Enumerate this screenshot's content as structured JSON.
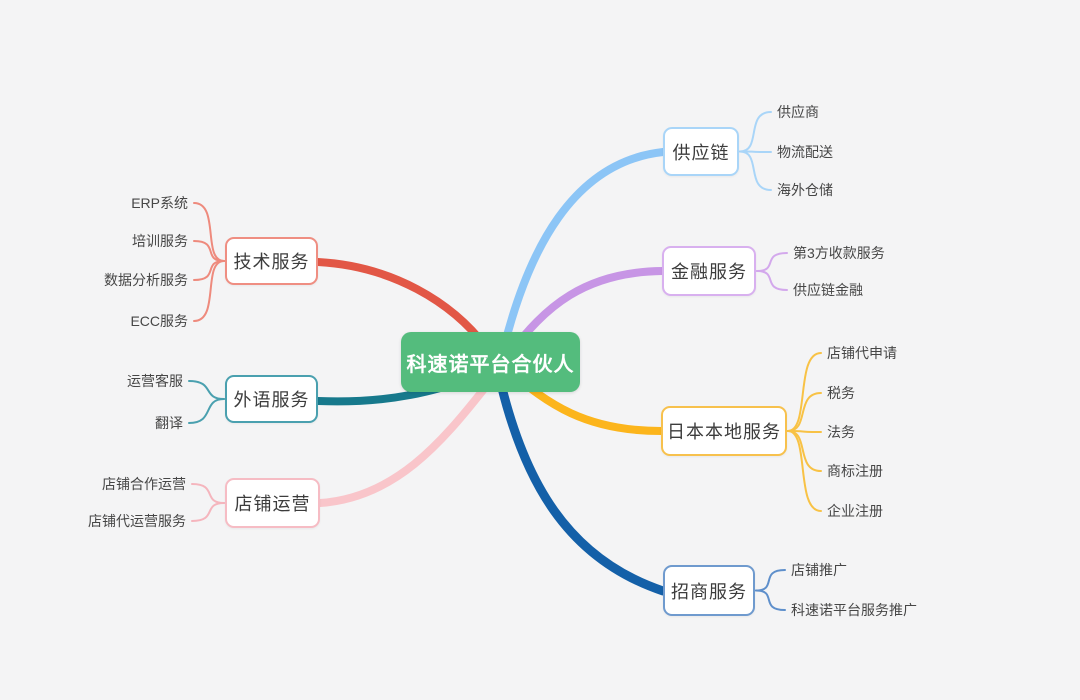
{
  "canvas": {
    "background": "#f4f4f5"
  },
  "root": {
    "label": "科速诺平台合伙人",
    "bg_color": "#54bc7d",
    "text_color": "#ffffff"
  },
  "branches": [
    {
      "id": "supply-chain",
      "label": "供应链",
      "line_color": "#8cc5f6",
      "border_color": "#a9d5f8",
      "child_line_color": "#a9d5f8",
      "children": [
        "供应商",
        "物流配送",
        "海外仓储"
      ]
    },
    {
      "id": "financial-services",
      "label": "金融服务",
      "line_color": "#c795e5",
      "border_color": "#d8b0ef",
      "child_line_color": "#d3a8ec",
      "children": [
        "第3方收款服务",
        "供应链金融"
      ]
    },
    {
      "id": "japan-local-services",
      "label": "日本本地服务",
      "line_color": "#fcb51c",
      "border_color": "#f7c14d",
      "child_line_color": "#f8c245",
      "children": [
        "店铺代申请",
        "税务",
        "法务",
        "商标注册",
        "企业注册"
      ]
    },
    {
      "id": "investment-services",
      "label": "招商服务",
      "line_color": "#1460a8",
      "border_color": "#6f9ace",
      "child_line_color": "#5e8fcb",
      "children": [
        "店铺推广",
        "科速诺平台服务推广"
      ]
    },
    {
      "id": "technical-services",
      "label": "技术服务",
      "line_color": "#e25746",
      "border_color": "#ef8e82",
      "child_line_color": "#ee8a7d",
      "children": [
        "ERP系统",
        "培训服务",
        "数据分析服务",
        "ECC服务"
      ]
    },
    {
      "id": "foreign-language-services",
      "label": "外语服务",
      "line_color": "#17798c",
      "border_color": "#4aa0af",
      "child_line_color": "#4aa0af",
      "children": [
        "运营客服",
        "翻译"
      ]
    },
    {
      "id": "store-operations",
      "label": "店铺运营",
      "line_color": "#f9c5ca",
      "border_color": "#f6bcc4",
      "child_line_color": "#f5b5bd",
      "children": [
        "店铺合作运营",
        "店铺代运营服务"
      ]
    }
  ],
  "text": {
    "topic_color": "#3c3c3c",
    "child_color": "#464646"
  }
}
